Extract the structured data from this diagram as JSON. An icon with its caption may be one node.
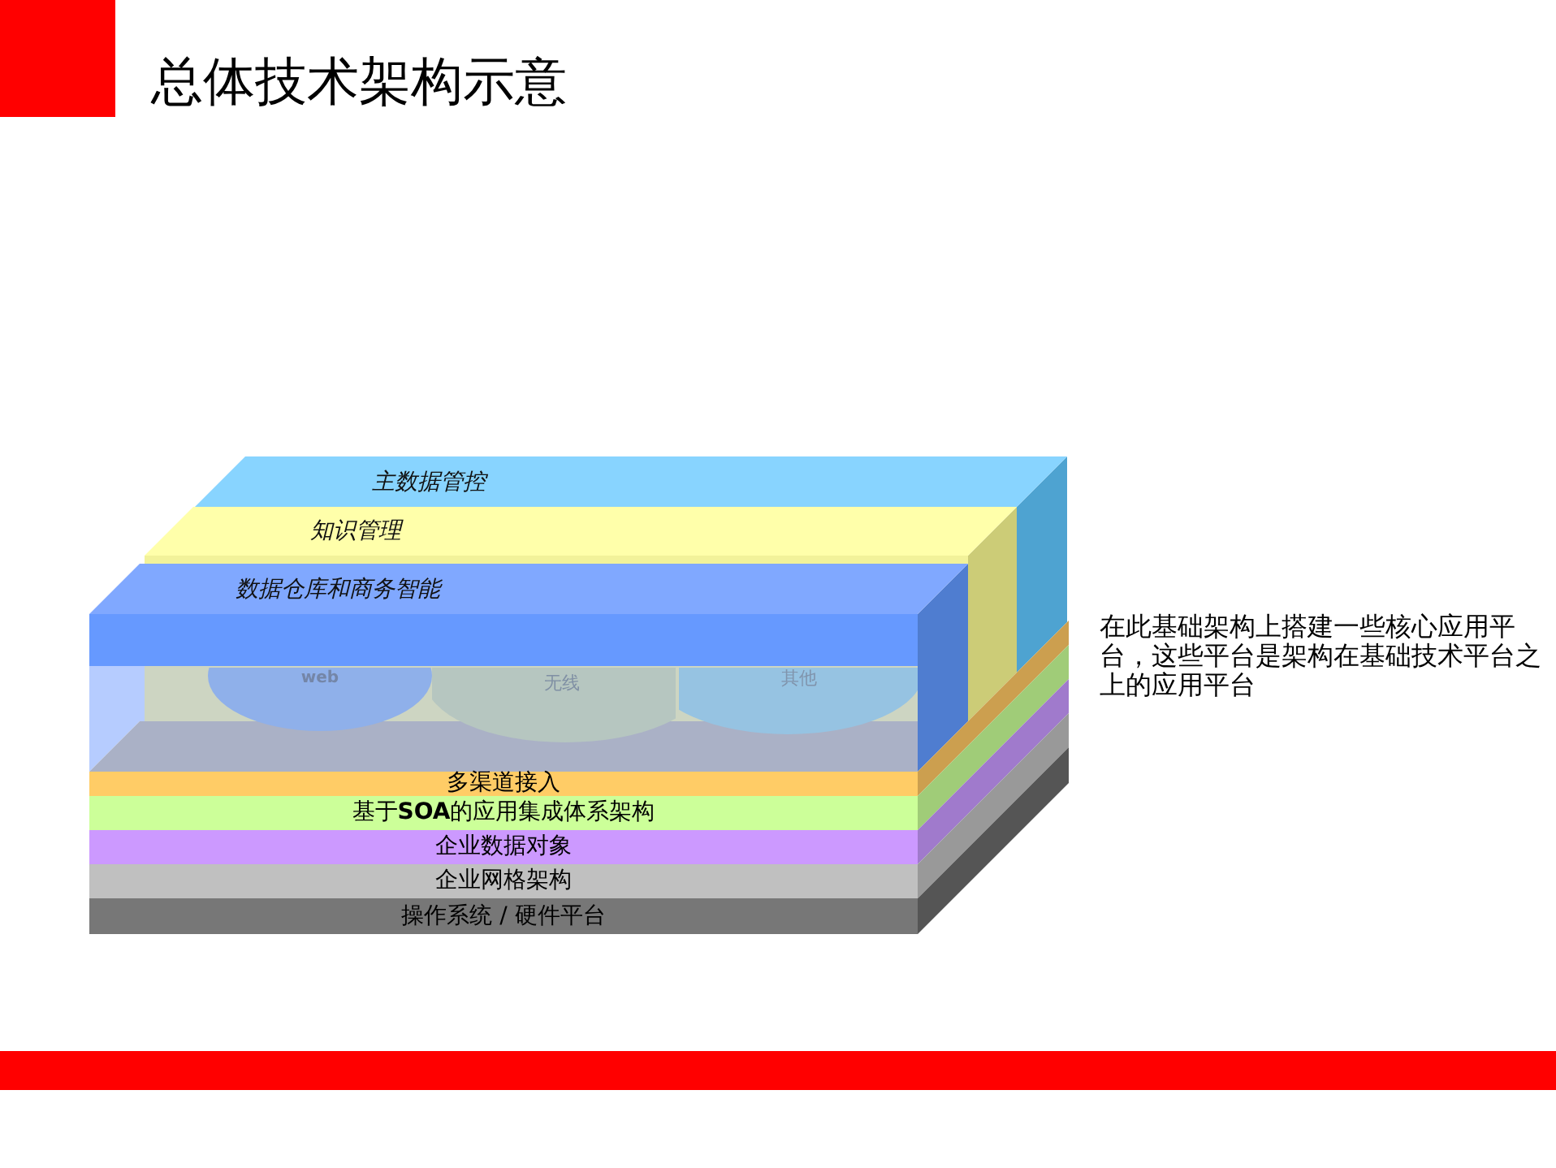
{
  "diagram": {
    "title": "总体技术架构示意",
    "nodes": [
      {
        "text": [
          "主数据管控"
        ]
      },
      {
        "text": [
          "知识管理"
        ]
      },
      {
        "text": [
          "数据仓库和商务智能"
        ]
      },
      {
        "text": [
          "web"
        ]
      },
      {
        "text": [
          "无线"
        ]
      },
      {
        "text": [
          "其他"
        ]
      },
      {
        "text": [
          "多渠道接入"
        ]
      },
      {
        "text": [
          "基于**SOA**的应用集成体系架构"
        ]
      },
      {
        "text": [
          "企业数据对象"
        ]
      },
      {
        "text": [
          "企业网格架构"
        ]
      },
      {
        "text": [
          "操作系统 / 硬件平台"
        ]
      }
    ],
    "labels": [
      "在此基础架构上搭建一些核心应用平台，这些平台是架构在基础技术平台之上的应用平台"
    ]
  }
}
